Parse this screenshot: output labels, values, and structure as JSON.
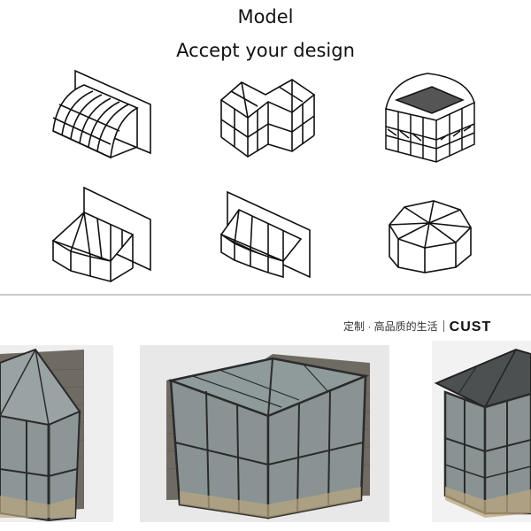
{
  "heading": {
    "line1": "Model",
    "line2": "Accept your design"
  },
  "line_drawings": [
    {
      "name": "arched-lean-to-model"
    },
    {
      "name": "l-shaped-model"
    },
    {
      "name": "domed-roof-model"
    },
    {
      "name": "hip-roof-lean-to-model"
    },
    {
      "name": "angled-lean-to-model"
    },
    {
      "name": "octagonal-model"
    }
  ],
  "banner": {
    "chinese": "定制 · 高品质的生活",
    "english": "CUST"
  },
  "photos": [
    {
      "name": "bay-sunroom-photo"
    },
    {
      "name": "l-shaped-sunroom-photo"
    },
    {
      "name": "corner-sunroom-photo"
    }
  ],
  "colors": {
    "frame": "#2b2b2b",
    "glass": "#8f9a9a",
    "stone": "#6f6a62",
    "floor": "#b9a57e"
  }
}
